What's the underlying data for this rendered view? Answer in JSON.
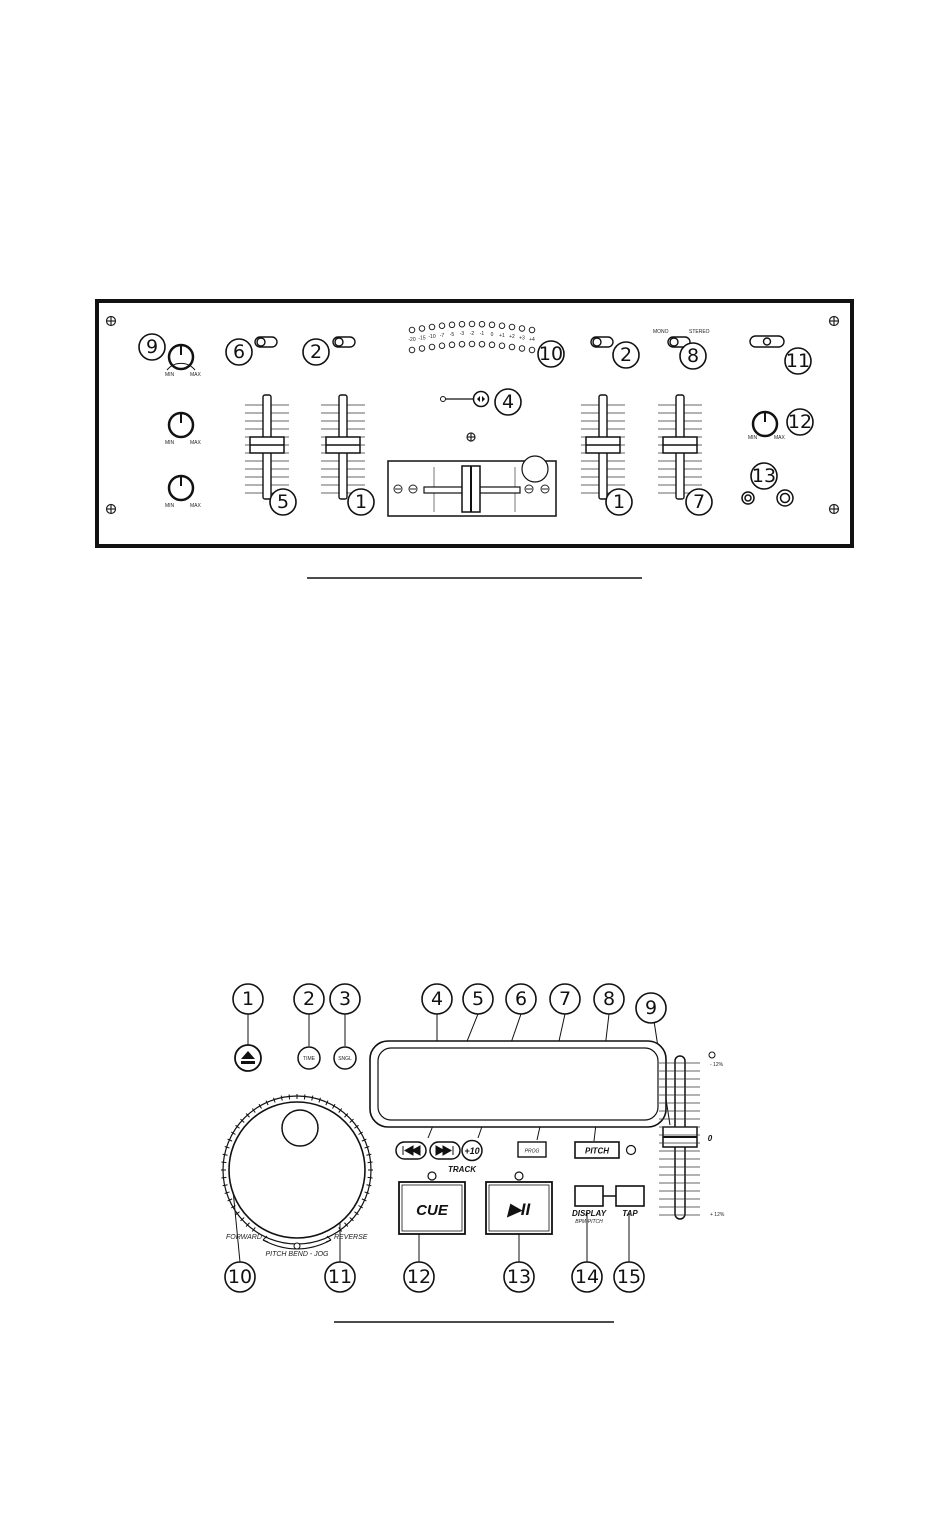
{
  "mixer": {
    "callouts": [
      "9",
      "6",
      "2",
      "10",
      "2",
      "8",
      "11",
      "4",
      "12",
      "13",
      "5",
      "1",
      "1",
      "7"
    ],
    "labels": {
      "mono": "MONO",
      "stereo": "STEREO",
      "knob_min": "MIN",
      "knob_max": "MAX",
      "vu_top": [
        "-20",
        "-15",
        "-10",
        "-7",
        "-5",
        "-3",
        "-2",
        "-1",
        "0",
        "+1",
        "+2",
        "+3",
        "+4"
      ],
      "vu_bottom": [
        "-20",
        "-15",
        "-10",
        "-7",
        "-5",
        "-3",
        "-2",
        "-1",
        "0",
        "+1",
        "+2",
        "+3",
        "+4"
      ]
    }
  },
  "player": {
    "callouts": [
      "1",
      "2",
      "3",
      "4",
      "5",
      "6",
      "7",
      "8",
      "9",
      "10",
      "11",
      "12",
      "13",
      "14",
      "15"
    ],
    "buttons": {
      "time": "TIME",
      "sgl": "SNGL",
      "plus10": "+10",
      "track": "TRACK",
      "prog": "PROG",
      "pitch": "PITCH",
      "cue": "CUE",
      "play_pause": "▶II",
      "display": "DISPLAY",
      "display_sub": "BPM-PITCH",
      "tap": "TAP"
    },
    "jog": {
      "forward": "FORWARD",
      "reverse": "REVERSE",
      "pitch_bend": "PITCH BEND - JOG"
    },
    "pitch_scale": {
      "top": "- 12%",
      "zero": "0",
      "bottom": "+ 12%"
    }
  }
}
